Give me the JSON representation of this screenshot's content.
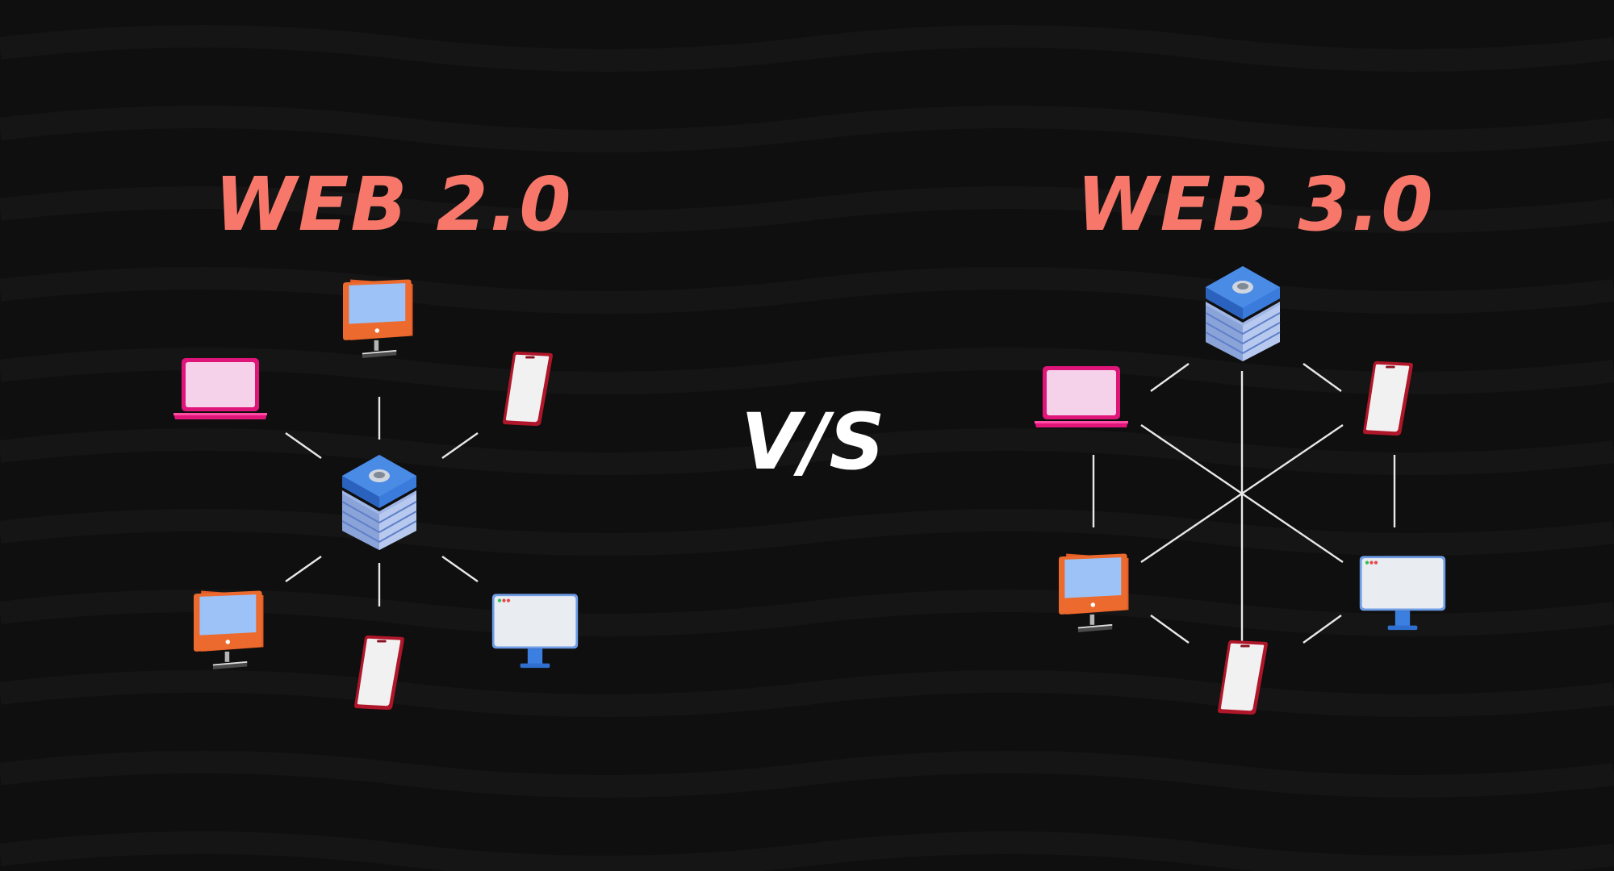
{
  "titles": {
    "left": "WEB 2.0",
    "right": "WEB 3.0",
    "versus": "V/S"
  },
  "colors": {
    "background": "#0f0f0f",
    "title": "#f7786a",
    "versus": "#ffffff",
    "connector": "#e8e8e8"
  },
  "diagrams": {
    "left": {
      "topology": "centralized",
      "center_icon": "server-stack-icon",
      "device_icons": [
        "monitor-icon",
        "smartphone-icon",
        "desktop-monitor-icon",
        "smartphone-icon",
        "monitor-icon",
        "laptop-icon"
      ]
    },
    "right": {
      "topology": "decentralized",
      "device_icons": [
        "server-stack-icon",
        "smartphone-icon",
        "desktop-monitor-icon",
        "smartphone-icon",
        "monitor-icon",
        "laptop-icon"
      ]
    }
  }
}
